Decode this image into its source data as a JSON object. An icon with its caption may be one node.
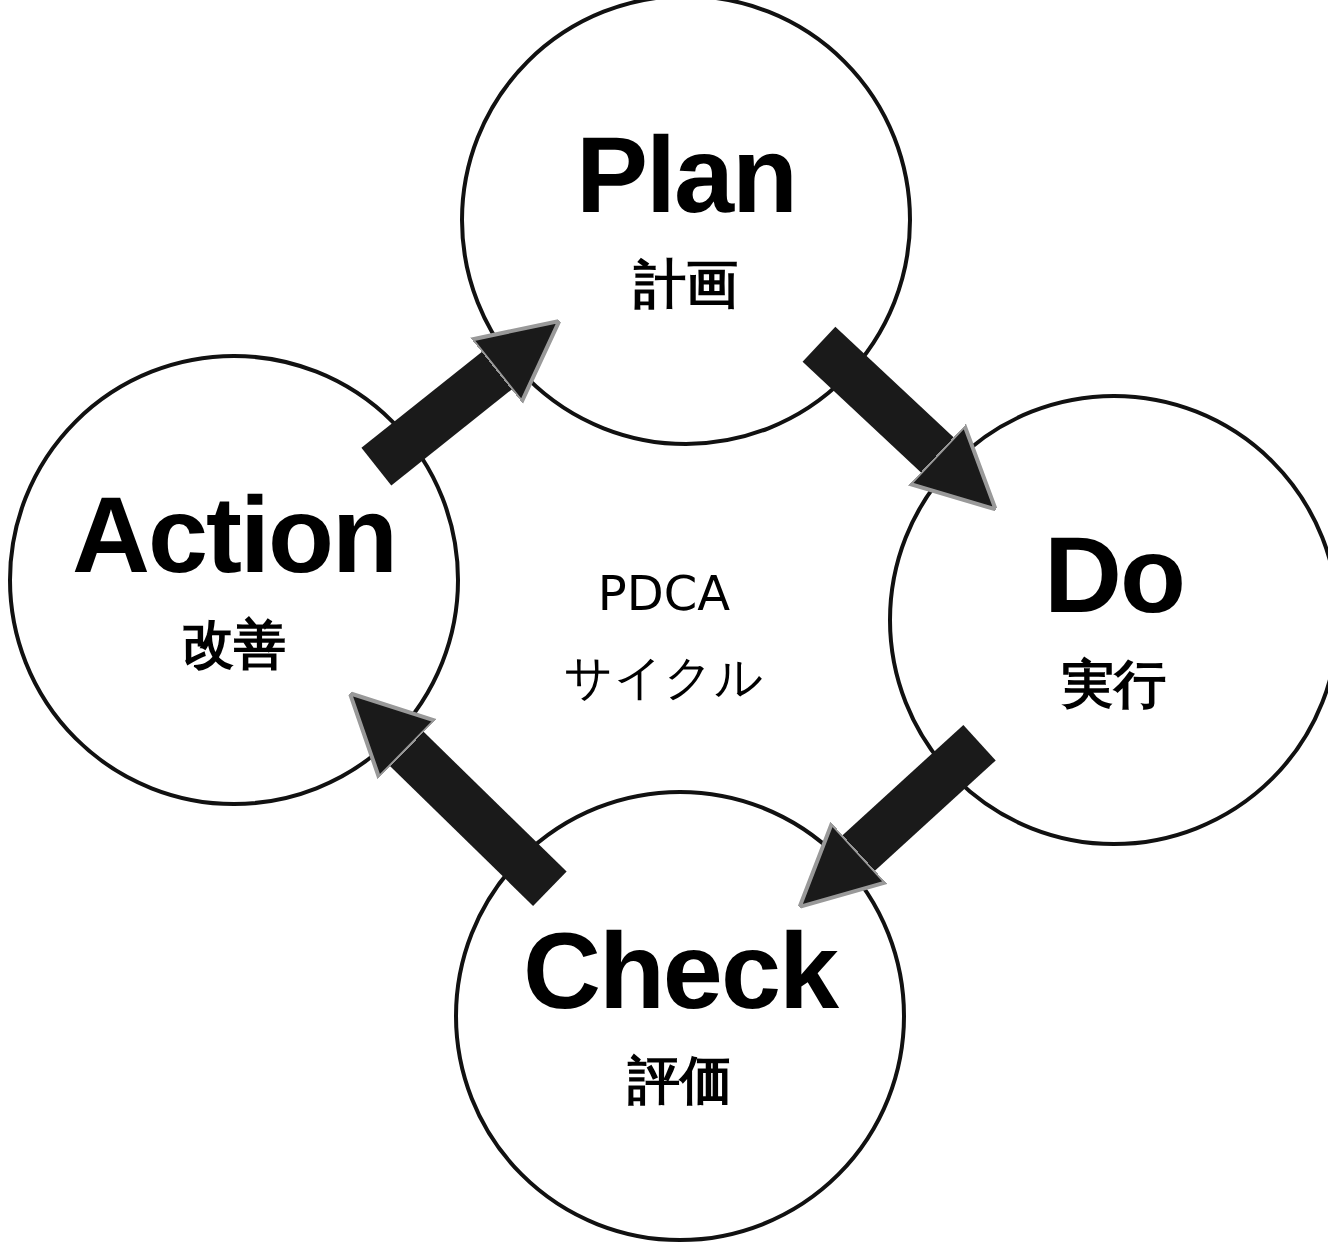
{
  "diagram": {
    "nodes": [
      {
        "text": [
          "Plan",
          "計画"
        ]
      },
      {
        "text": [
          "Action",
          "改善"
        ]
      },
      {
        "text": [
          "Do",
          "実行"
        ]
      },
      {
        "text": [
          "Check",
          "評価"
        ]
      }
    ],
    "edges": [
      {
        "from": 1,
        "to": 0,
        "arrow": "to"
      },
      {
        "from": 0,
        "to": 2,
        "arrow": "to"
      },
      {
        "from": 2,
        "to": 3,
        "arrow": "to"
      },
      {
        "from": 3,
        "to": 1,
        "arrow": "to"
      }
    ],
    "labels": [
      "PDCA",
      "サイクル"
    ]
  }
}
